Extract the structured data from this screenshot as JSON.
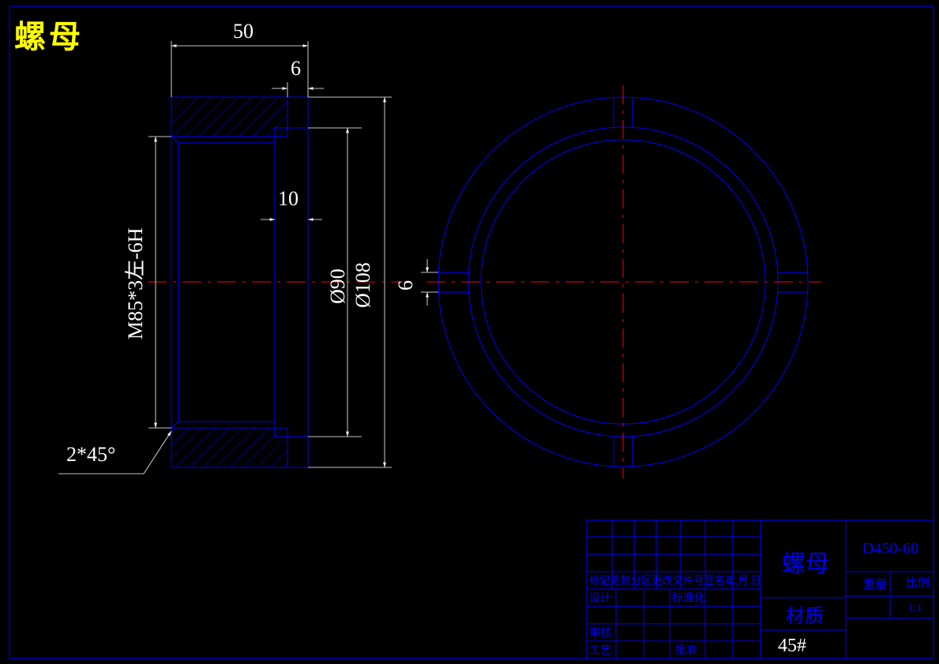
{
  "title": "螺母",
  "dimensions": {
    "length": "50",
    "groove_width": "6",
    "inner_step": "10",
    "thread": "M85*3左-6H",
    "dia_inner": "Ø90",
    "dia_outer": "Ø108",
    "chamfer": "2*45°",
    "slot_width": "6"
  },
  "title_block": {
    "part_name": "螺母",
    "drawing_no": "D450-60",
    "material_label": "材质",
    "material": "45#",
    "weight_label": "重量",
    "scale_label": "比例",
    "scale": "1:1",
    "header_row": "标记处数分区更改文件号签名年,月,日",
    "design": "设计",
    "standardize": "标准化",
    "review": "审核",
    "process": "工艺",
    "approve": "批准"
  },
  "colors": {
    "background": "#000000",
    "line": "#0000ff",
    "center_line": "#ff0000",
    "dimension": "#ffffff",
    "title": "#ffff00"
  }
}
